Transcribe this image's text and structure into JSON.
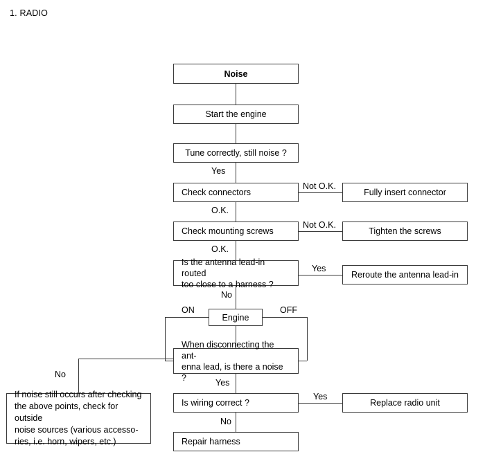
{
  "document": {
    "title": "1. RADIO"
  },
  "flowchart": {
    "type": "troubleshooting-flowchart",
    "nodes": {
      "noise": "Noise",
      "start_engine": "Start the engine",
      "tune": "Tune correctly, still noise ?",
      "check_connectors": "Check connectors",
      "fully_insert": "Fully insert connector",
      "check_screws": "Check mounting screws",
      "tighten_screws": "Tighten the screws",
      "antenna_leadin": "Is the antenna lead-in routed\ntoo close to a harness ?",
      "reroute": "Reroute the antenna lead-in",
      "engine": "Engine",
      "disconnect_antenna": "When disconnecting  the ant-\nenna lead, is there a noise ?",
      "outside_noise_note": "If noise still occurs after checking\nthe above points, check for outside\nnoise sources (various accesso-\nries, i.e. horn, wipers, etc.)",
      "wiring": "Is wiring correct ?",
      "replace_radio": "Replace radio unit",
      "repair_harness": "Repair harness"
    },
    "edge_labels": {
      "tune_yes": "Yes",
      "connectors_not_ok": "Not O.K.",
      "connectors_ok": "O.K.",
      "screws_not_ok": "Not O.K.",
      "screws_ok": "O.K.",
      "antenna_yes": "Yes",
      "antenna_no": "No",
      "engine_on": "ON",
      "engine_off": "OFF",
      "disconnect_no": "No",
      "disconnect_yes": "Yes",
      "wiring_yes": "Yes",
      "wiring_no": "No"
    },
    "colors": {
      "line": "#3a3a3a",
      "text": "#000000",
      "background": "#ffffff"
    }
  }
}
